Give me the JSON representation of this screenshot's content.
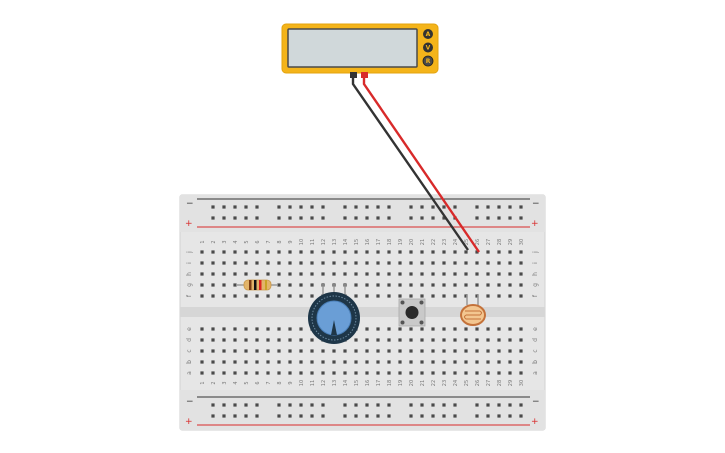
{
  "multimeter": {
    "display_value": "",
    "modes": [
      "A",
      "V",
      "R"
    ],
    "selected_mode": "R",
    "body_color": "#f4b41a",
    "screen_color": "#d0d8da"
  },
  "probes": {
    "black_color": "#333333",
    "red_color": "#d82a2a"
  },
  "breadboard": {
    "columns": [
      "1",
      "2",
      "3",
      "4",
      "5",
      "6",
      "7",
      "8",
      "9",
      "10",
      "11",
      "12",
      "13",
      "14",
      "15",
      "16",
      "17",
      "18",
      "19",
      "20",
      "21",
      "22",
      "23",
      "24",
      "25",
      "26",
      "27",
      "28",
      "29",
      "30"
    ],
    "rows_top": [
      "j",
      "i",
      "h",
      "g",
      "f"
    ],
    "rows_bottom": [
      "e",
      "d",
      "c",
      "b",
      "a"
    ],
    "rail_minus": "−",
    "rail_plus": "+",
    "board_color": "#e6e6e6"
  },
  "components": {
    "resistor": "resistor",
    "potentiometer": "potentiometer",
    "pushbutton": "pushbutton",
    "photoresistor": "photoresistor"
  }
}
